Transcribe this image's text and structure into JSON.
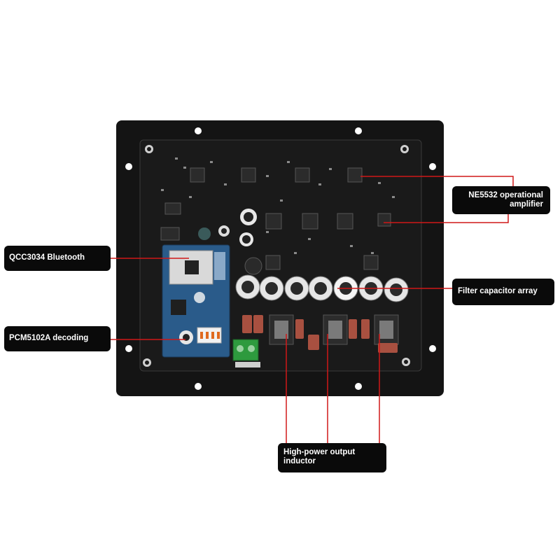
{
  "callouts": {
    "bluetooth": "QCC3034 Bluetooth",
    "decoding": "PCM5102A decoding",
    "op_amp": "NE5532 operational amplifier",
    "filter": "Filter capacitor array",
    "inductor": "High-power output inductor"
  },
  "colors": {
    "leader_line": "#d01818",
    "callout_bg": "#0a0a0a",
    "board": "#121212",
    "bluetooth_module": "#2a5b8a"
  }
}
